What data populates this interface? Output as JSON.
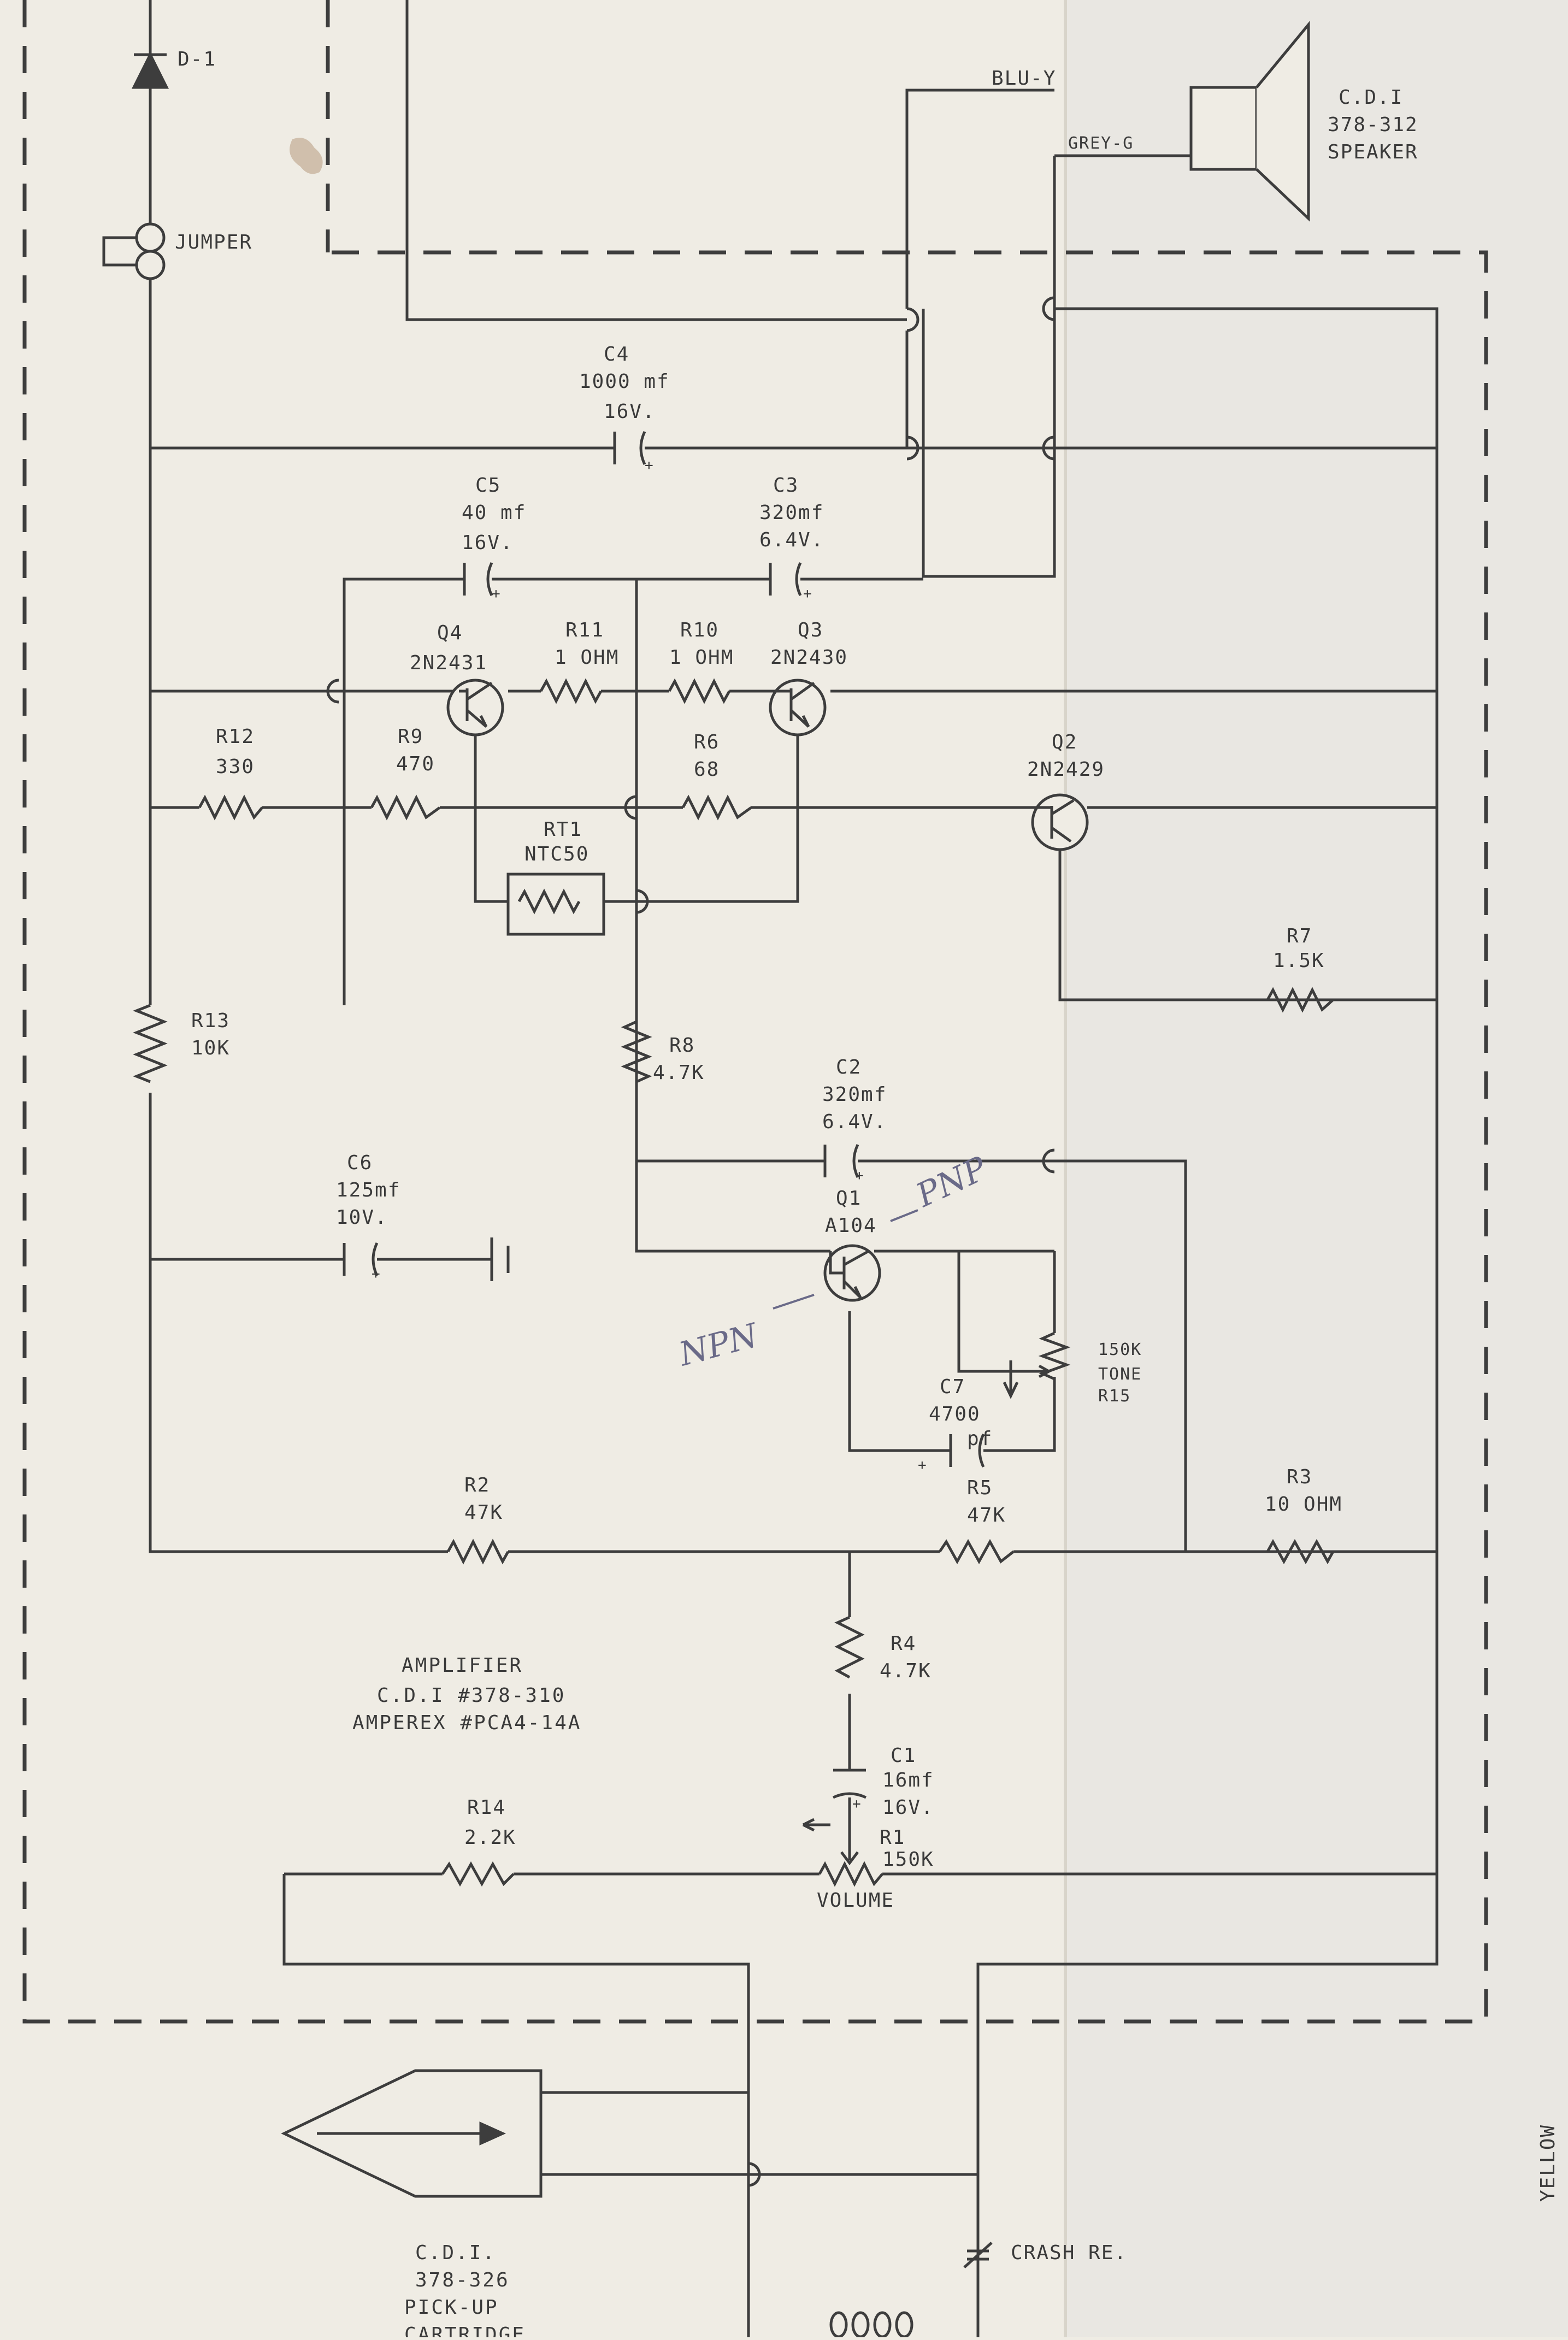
{
  "components": {
    "d1": "D-1",
    "jumper": "JUMPER",
    "wire_blue": "BLU-Y",
    "wire_grey": "GREY-G",
    "speaker": [
      "C.D.I",
      "378-312",
      "SPEAKER"
    ],
    "c4": [
      "C4",
      "1000 mf",
      "16V."
    ],
    "c5": [
      "C5",
      "40 mf",
      "16V."
    ],
    "c3": [
      "C3",
      "320mf",
      "6.4V."
    ],
    "q4": [
      "Q4",
      "2N2431"
    ],
    "r11": [
      "R11",
      "1 OHM"
    ],
    "r10": [
      "R10",
      "1 OHM"
    ],
    "q3": [
      "Q3",
      "2N2430"
    ],
    "r12": [
      "R12",
      "330"
    ],
    "r9": [
      "R9",
      "470"
    ],
    "r6": [
      "R6",
      "68"
    ],
    "q2": [
      "Q2",
      "2N2429"
    ],
    "rt1": [
      "RT1",
      "NTC50"
    ],
    "r7": [
      "R7",
      "1.5K"
    ],
    "r13": [
      "R13",
      "10K"
    ],
    "r8": [
      "R8",
      "4.7K"
    ],
    "c2": [
      "C2",
      "320mf",
      "6.4V."
    ],
    "c6": [
      "C6",
      "125mf",
      "10V."
    ],
    "q1": [
      "Q1",
      "A104"
    ],
    "r15": [
      "150K",
      "TONE",
      "R15"
    ],
    "c7": [
      "C7",
      "4700",
      "pf"
    ],
    "r2": [
      "R2",
      "47K"
    ],
    "r5": [
      "R5",
      "47K"
    ],
    "r3": [
      "R3",
      "10 OHM"
    ],
    "r4": [
      "R4",
      "4.7K"
    ],
    "c1": [
      "C1",
      "16mf",
      "16V."
    ],
    "r14": [
      "R14",
      "2.2K"
    ],
    "r1": [
      "R1",
      "150K",
      "VOLUME"
    ],
    "crash": "CRASH RE.",
    "cartridge": [
      "C.D.I.",
      "378-326",
      "PICK-UP",
      "CARTRIDGE"
    ],
    "yellow": "YELLOW"
  },
  "amplifier": [
    "AMPLIFIER",
    "C.D.I #378-310",
    "AMPEREX #PCA4-14A"
  ],
  "annotations": {
    "pnp": "PNP",
    "npn": "NPN"
  },
  "polarity": "+"
}
